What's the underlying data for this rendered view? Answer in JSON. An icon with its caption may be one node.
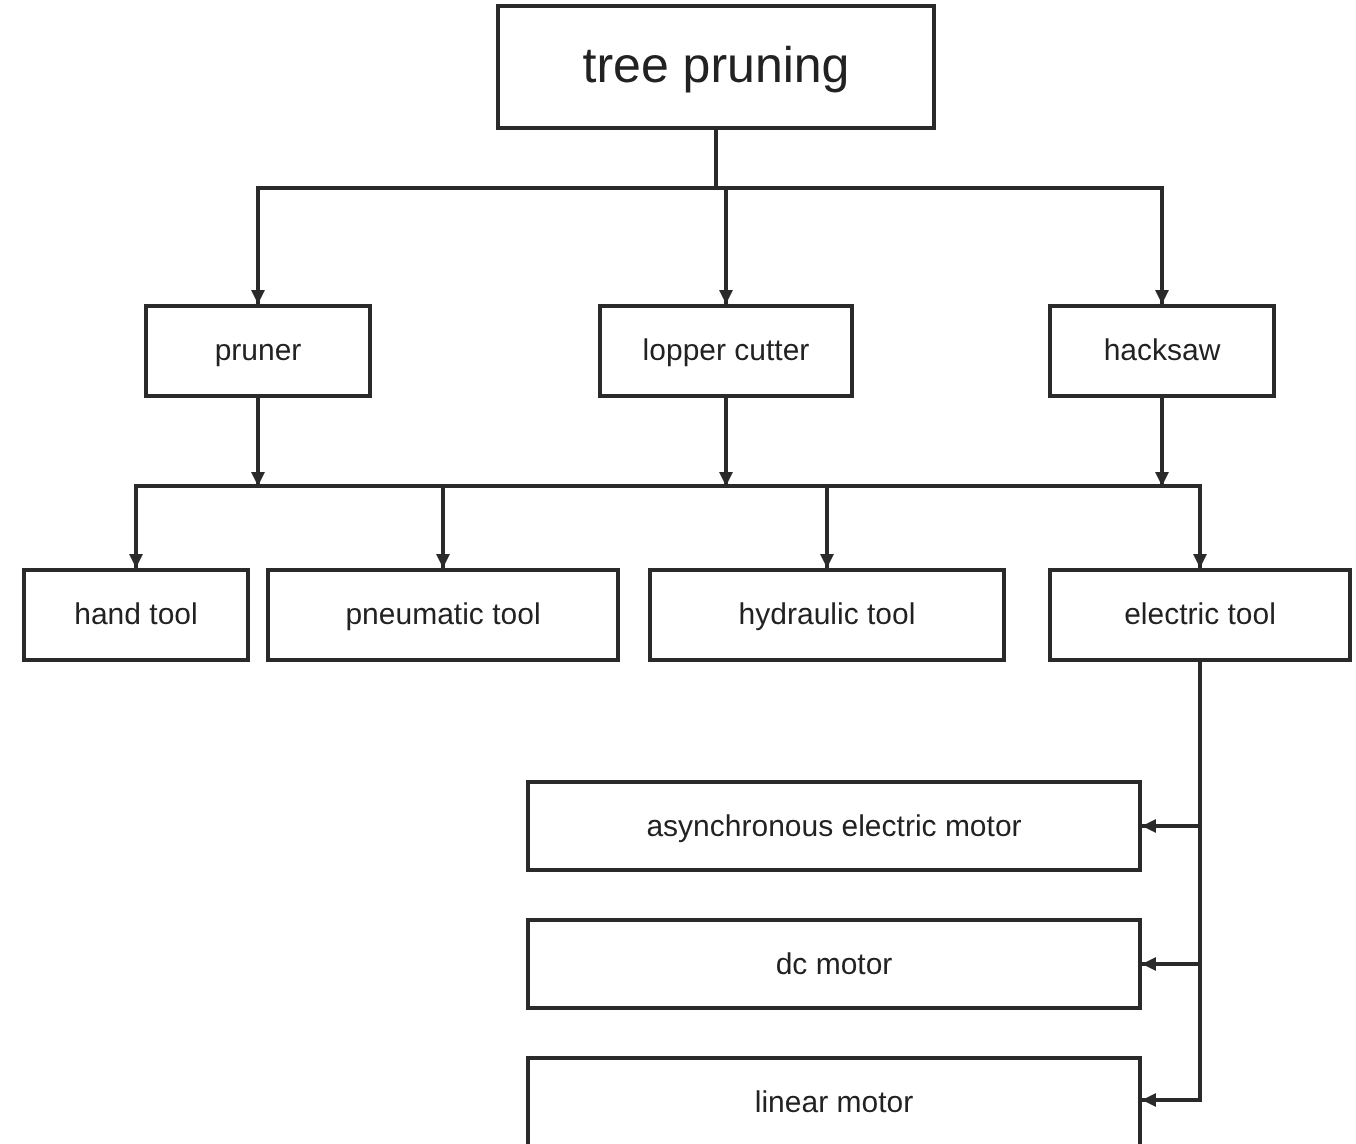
{
  "diagram": {
    "nodes": [
      {
        "text": [
          "tree pruning"
        ]
      },
      {
        "text": [
          "pruner"
        ]
      },
      {
        "text": [
          "lopper cutter"
        ]
      },
      {
        "text": [
          "hacksaw"
        ]
      },
      {
        "text": [
          "hand tool"
        ]
      },
      {
        "text": [
          "pneumatic tool"
        ]
      },
      {
        "text": [
          "hydraulic tool"
        ]
      },
      {
        "text": [
          "electric tool"
        ]
      },
      {
        "text": [
          "asynchronous electric motor"
        ]
      },
      {
        "text": [
          "dc motor"
        ]
      },
      {
        "text": [
          "linear motor"
        ]
      }
    ],
    "edges": [
      {
        "from": 0,
        "to": 1,
        "arrow": "to"
      },
      {
        "from": 0,
        "to": 2,
        "arrow": "to"
      },
      {
        "from": 0,
        "to": 3,
        "arrow": "to"
      },
      {
        "from": 1,
        "to": 4,
        "arrow": "to"
      },
      {
        "from": 1,
        "to": 5,
        "arrow": "to"
      },
      {
        "from": 1,
        "to": 6,
        "arrow": "to"
      },
      {
        "from": 1,
        "to": 7,
        "arrow": "to"
      },
      {
        "from": 2,
        "to": 4,
        "arrow": "to"
      },
      {
        "from": 2,
        "to": 5,
        "arrow": "to"
      },
      {
        "from": 2,
        "to": 6,
        "arrow": "to"
      },
      {
        "from": 2,
        "to": 7,
        "arrow": "to"
      },
      {
        "from": 3,
        "to": 4,
        "arrow": "to"
      },
      {
        "from": 3,
        "to": 5,
        "arrow": "to"
      },
      {
        "from": 3,
        "to": 6,
        "arrow": "to"
      },
      {
        "from": 3,
        "to": 7,
        "arrow": "to"
      },
      {
        "from": 7,
        "to": 8,
        "arrow": "to"
      },
      {
        "from": 7,
        "to": 9,
        "arrow": "to"
      },
      {
        "from": 7,
        "to": 10,
        "arrow": "to"
      }
    ]
  }
}
